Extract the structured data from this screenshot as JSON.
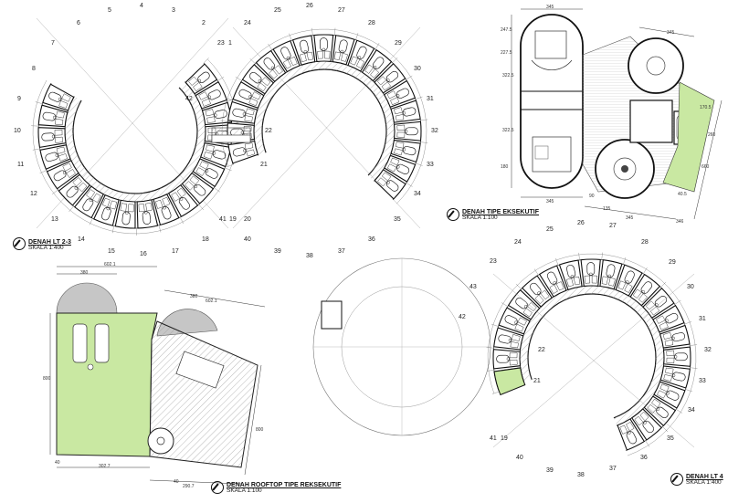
{
  "plans": {
    "lt23": {
      "title": "DENAH LT 2-3",
      "scale": "SKALA 1:400",
      "left_numbers": [
        "1",
        "2",
        "3",
        "4",
        "5",
        "6",
        "7",
        "8",
        "9",
        "10",
        "11",
        "12",
        "13",
        "14",
        "15",
        "16",
        "17",
        "18",
        "41",
        "42"
      ],
      "right_numbers": [
        "19",
        "20",
        "21",
        "22",
        "23",
        "24",
        "25",
        "26",
        "27",
        "28",
        "29",
        "30",
        "31",
        "32",
        "33",
        "34",
        "35",
        "36",
        "37",
        "38",
        "39",
        "40"
      ]
    },
    "eksekutif": {
      "title": "DENAH TIPE EKSEKUTIF",
      "scale": "SKALA 1:100",
      "dims": [
        "345",
        "345",
        "345",
        "345",
        "247.5",
        "227.5",
        "322.5",
        "322.5",
        "180",
        "135",
        "170.5",
        "260",
        "660",
        "346",
        "90",
        "40.5"
      ]
    },
    "rooftop": {
      "title": "DENAH ROOFTOP TIPE REKSEKUTIF",
      "scale": "SKALA 1:100",
      "dims": [
        "602.1",
        "380",
        "380",
        "602.1",
        "800",
        "40",
        "302.7",
        "290.7",
        "800",
        "40"
      ]
    },
    "lt4": {
      "title": "DENAH LT 4",
      "scale": "SKALA 1:400",
      "numbers": [
        "21",
        "22",
        "23",
        "24",
        "25",
        "26",
        "27",
        "28",
        "29",
        "30",
        "31",
        "32",
        "33",
        "34",
        "35",
        "36",
        "37",
        "38",
        "39",
        "40",
        "41",
        "42",
        "43",
        "19"
      ]
    }
  },
  "colors": {
    "line": "#1a1a1a",
    "wall": "#111111",
    "green": "#c9e8a2",
    "grey_dome": "#c6c6c6",
    "hatch": "#b5b5b5"
  }
}
